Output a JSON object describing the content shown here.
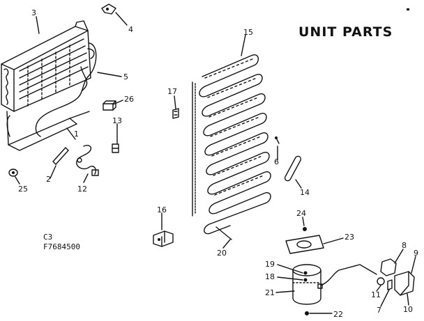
{
  "title": "UNIT PARTS",
  "model": {
    "line1": "C3",
    "line2": "F7684500"
  },
  "callouts": [
    {
      "id": "c3",
      "label": "3"
    },
    {
      "id": "c4",
      "label": "4"
    },
    {
      "id": "c5",
      "label": "5"
    },
    {
      "id": "c26",
      "label": "26"
    },
    {
      "id": "c1",
      "label": "1"
    },
    {
      "id": "c13",
      "label": "13"
    },
    {
      "id": "c2",
      "label": "2"
    },
    {
      "id": "c12",
      "label": "12"
    },
    {
      "id": "c25",
      "label": "25"
    },
    {
      "id": "c15",
      "label": "15"
    },
    {
      "id": "c17",
      "label": "17"
    },
    {
      "id": "c6",
      "label": "6"
    },
    {
      "id": "c14",
      "label": "14"
    },
    {
      "id": "c16",
      "label": "16"
    },
    {
      "id": "c20",
      "label": "20"
    },
    {
      "id": "c24",
      "label": "24"
    },
    {
      "id": "c23",
      "label": "23"
    },
    {
      "id": "c19",
      "label": "19"
    },
    {
      "id": "c18",
      "label": "18"
    },
    {
      "id": "c21",
      "label": "21"
    },
    {
      "id": "c22",
      "label": "22"
    },
    {
      "id": "c8",
      "label": "8"
    },
    {
      "id": "c9",
      "label": "9"
    },
    {
      "id": "c11",
      "label": "11"
    },
    {
      "id": "c7",
      "label": "7"
    },
    {
      "id": "c10",
      "label": "10"
    }
  ]
}
